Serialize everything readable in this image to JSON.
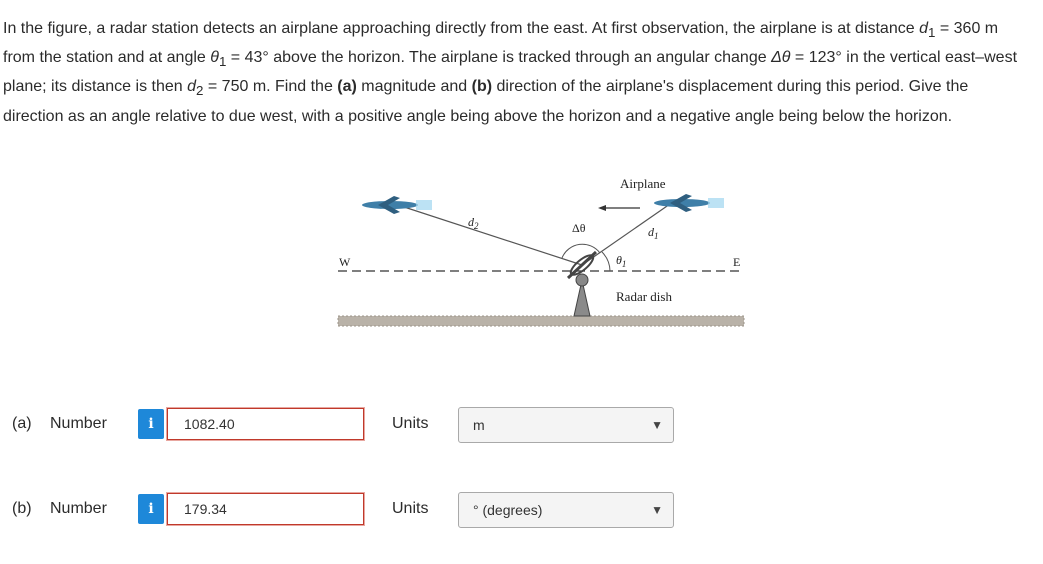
{
  "problem": {
    "intro": "In the figure, a radar station detects an airplane approaching directly from the east. At first observation, the airplane is at distance ",
    "d1_expr": "d",
    "d1_sub": "1",
    "d1_rest": " = 360 m from the station and at angle ",
    "theta1_sym": "θ",
    "theta1_sub": "1",
    "theta1_rest": " = 43° above the horizon. The airplane is tracked through an angular change ",
    "dtheta": "Δθ",
    "dtheta_rest": " = 123° in the vertical east–west plane; its distance is then ",
    "d2_sym": "d",
    "d2_sub": "2",
    "d2_rest": " = 750 m. Find the ",
    "a_bold": "(a)",
    "a_rest": " magnitude and ",
    "b_bold": "(b)",
    "b_rest": " direction of the airplane's displacement during this period. Give the direction as an angle relative to due west, with a positive angle being above the horizon and a negative angle being below the horizon."
  },
  "figure": {
    "airplane_label": "Airplane",
    "radar_label": "Radar dish",
    "west": "W",
    "east": "E",
    "d1": "d",
    "d1_sub": "1",
    "d2": "d",
    "d2_sub": "2",
    "dtheta": "Δθ",
    "theta1": "θ",
    "theta1_sub": "1"
  },
  "answers": [
    {
      "part": "(a)",
      "number_label": "Number",
      "info": "i",
      "value": "1082.40",
      "units_label": "Units",
      "unit": "m"
    },
    {
      "part": "(b)",
      "number_label": "Number",
      "info": "i",
      "value": "179.34",
      "units_label": "Units",
      "unit": "° (degrees)"
    }
  ]
}
